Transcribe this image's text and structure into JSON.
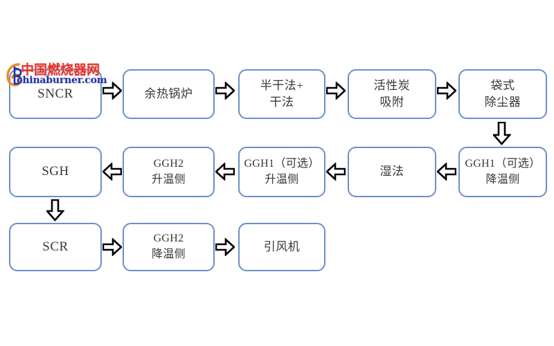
{
  "diagram": {
    "title": "Flue gas treatment process flow chart",
    "colors": {
      "box_border": "#6A8FC6",
      "box_fill": "#FFFFFF",
      "text": "#3A3632",
      "arrow_stroke": "#000000",
      "arrow_fill": "#FFFFFF",
      "background": "#FFFFFF"
    },
    "rows": [
      {
        "id": "row-1",
        "direction": "left-to-right",
        "nodes": [
          {
            "id": "sncr",
            "lines": [
              "SNCR"
            ],
            "style": "en"
          },
          {
            "id": "waste-heat-boiler",
            "lines": [
              "余热锅炉"
            ],
            "style": "cn"
          },
          {
            "id": "semi-dry-dry",
            "lines": [
              "半干法+",
              "干法"
            ],
            "style": "cn"
          },
          {
            "id": "activated-carbon",
            "lines": [
              "活性炭",
              "吸附"
            ],
            "style": "cn"
          },
          {
            "id": "bag-filter",
            "lines": [
              "袋式",
              "除尘器"
            ],
            "style": "cn"
          }
        ]
      },
      {
        "id": "row-2",
        "direction": "right-to-left",
        "nodes": [
          {
            "id": "sgh",
            "lines": [
              "SGH"
            ],
            "style": "en"
          },
          {
            "id": "ggh2-heating",
            "lines": [
              "GGH2",
              "升温侧"
            ],
            "style": "mix"
          },
          {
            "id": "ggh1-heating",
            "lines": [
              "GGH1（可选）",
              "升温侧"
            ],
            "style": "mix"
          },
          {
            "id": "wet-method",
            "lines": [
              "湿法"
            ],
            "style": "cn"
          },
          {
            "id": "ggh1-cooling",
            "lines": [
              "GGH1（可选）",
              "降温侧"
            ],
            "style": "mix"
          }
        ]
      },
      {
        "id": "row-3",
        "direction": "left-to-right",
        "nodes": [
          {
            "id": "scr",
            "lines": [
              "SCR"
            ],
            "style": "en"
          },
          {
            "id": "ggh2-cooling",
            "lines": [
              "GGH2",
              "降温侧"
            ],
            "style": "mix"
          },
          {
            "id": "id-fan",
            "lines": [
              "引风机"
            ],
            "style": "cn"
          }
        ]
      }
    ],
    "connectors": [
      {
        "id": "arrow-sncr-to-boiler",
        "direction": "right"
      },
      {
        "id": "arrow-boiler-to-semidry",
        "direction": "right"
      },
      {
        "id": "arrow-semidry-to-carbon",
        "direction": "right"
      },
      {
        "id": "arrow-carbon-to-bagfilter",
        "direction": "right"
      },
      {
        "id": "arrow-bagfilter-to-ggh1cool",
        "direction": "down"
      },
      {
        "id": "arrow-ggh1cool-to-wet",
        "direction": "left"
      },
      {
        "id": "arrow-wet-to-ggh1heat",
        "direction": "left"
      },
      {
        "id": "arrow-ggh1heat-to-ggh2heat",
        "direction": "left"
      },
      {
        "id": "arrow-ggh2heat-to-sgh",
        "direction": "left"
      },
      {
        "id": "arrow-sgh-to-scr",
        "direction": "down"
      },
      {
        "id": "arrow-scr-to-ggh2cool",
        "direction": "right"
      },
      {
        "id": "arrow-ggh2cool-to-idfan",
        "direction": "right"
      }
    ]
  },
  "watermark": {
    "chinese": "中国燃烧器网",
    "english": "chinaburner.com",
    "logo_glyph": "CB",
    "color_chinese": "#E8302A",
    "color_english": "#1B2FA8"
  }
}
